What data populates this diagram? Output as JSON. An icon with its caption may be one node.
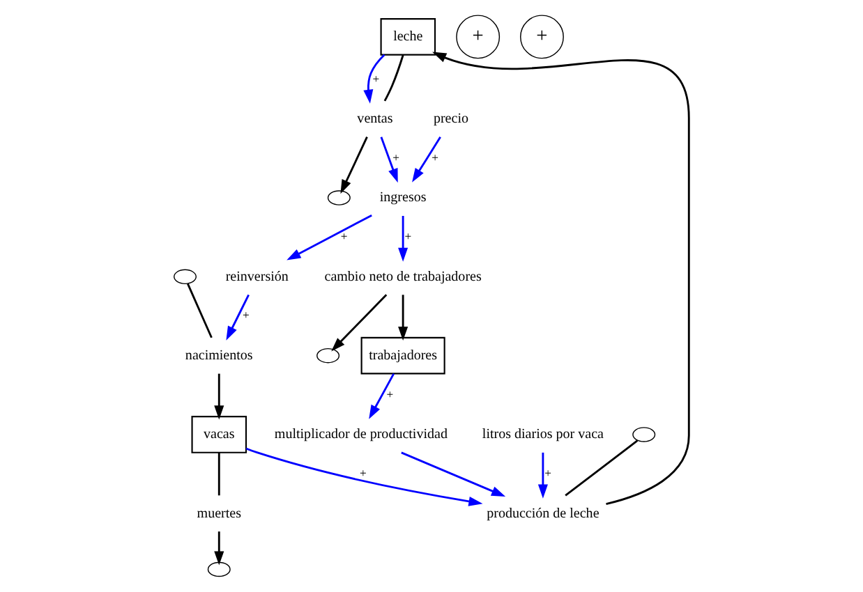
{
  "diagram": {
    "nodes": [
      {
        "text": [
          "leche"
        ]
      },
      {
        "text": [
          "vacas"
        ]
      },
      {
        "text": [
          "trabajadores"
        ]
      },
      {
        "text": [
          "producción de leche"
        ]
      },
      {
        "text": [
          "ventas"
        ]
      },
      {
        "text": [
          "nacimientos"
        ]
      },
      {
        "text": [
          "muertes"
        ]
      },
      {
        "text": [
          "cambio neto de trabajadores"
        ]
      },
      {
        "text": [
          "litros diarios por vaca"
        ]
      },
      {
        "text": [
          "multiplicador de productividad"
        ]
      },
      {
        "text": [
          "ingresos"
        ]
      },
      {
        "text": [
          "precio"
        ]
      },
      {
        "text": [
          "reinversión"
        ]
      },
      {
        "text": [],
        "shape": "cloud"
      },
      {
        "text": [],
        "shape": "cloud"
      },
      {
        "text": [],
        "shape": "cloud"
      },
      {
        "text": [],
        "shape": "cloud"
      },
      {
        "text": [],
        "shape": "cloud"
      }
    ],
    "edges": [
      {
        "from": 13,
        "to": 3,
        "arrow": "none",
        "color": "#000000"
      },
      {
        "from": 3,
        "to": 0,
        "arrow": "to",
        "color": "#000000"
      },
      {
        "from": 0,
        "to": 4,
        "arrow": "none",
        "color": "#000000"
      },
      {
        "from": 4,
        "to": 14,
        "arrow": "to",
        "color": "#000000"
      },
      {
        "from": 15,
        "to": 5,
        "arrow": "none",
        "color": "#000000"
      },
      {
        "from": 5,
        "to": 1,
        "arrow": "to",
        "color": "#000000"
      },
      {
        "from": 1,
        "to": 6,
        "arrow": "none",
        "color": "#000000"
      },
      {
        "from": 6,
        "to": 16,
        "arrow": "to",
        "color": "#000000"
      },
      {
        "from": 7,
        "to": 2,
        "arrow": "to",
        "color": "#000000"
      },
      {
        "from": 7,
        "to": 17,
        "arrow": "to",
        "color": "#000000"
      },
      {
        "from": 8,
        "to": 3,
        "arrow": "to",
        "label": "+",
        "color": "#0000ff"
      },
      {
        "from": 0,
        "to": 4,
        "arrow": "to",
        "label": "+",
        "color": "#0000ff"
      },
      {
        "from": 1,
        "to": 3,
        "arrow": "to",
        "label": "+",
        "color": "#0000ff"
      },
      {
        "from": 9,
        "to": 3,
        "arrow": "to",
        "color": "#0000ff"
      },
      {
        "from": 2,
        "to": 9,
        "arrow": "to",
        "label": "+",
        "color": "#0000ff"
      },
      {
        "from": 4,
        "to": 10,
        "arrow": "to",
        "label": "+",
        "color": "#0000ff"
      },
      {
        "from": 10,
        "to": 7,
        "arrow": "to",
        "label": "+",
        "color": "#0000ff"
      },
      {
        "from": 10,
        "to": 12,
        "arrow": "to",
        "label": "+",
        "color": "#0000ff"
      },
      {
        "from": 11,
        "to": 10,
        "arrow": "to",
        "label": "+",
        "color": "#0000ff"
      },
      {
        "from": 12,
        "to": 5,
        "arrow": "to",
        "label": "+",
        "color": "#0000ff"
      }
    ],
    "labels": [
      "+",
      "+"
    ]
  }
}
